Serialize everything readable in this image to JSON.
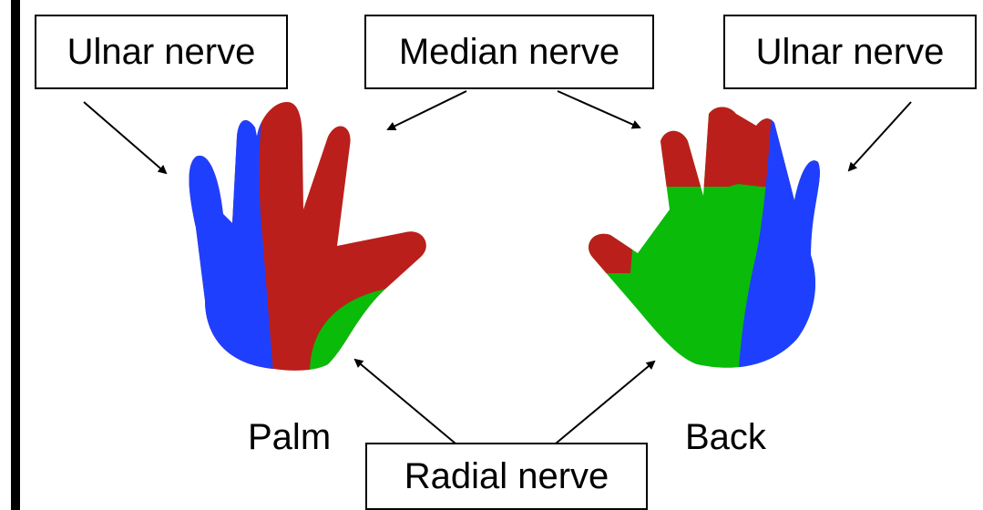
{
  "labels": {
    "ulnar_left": "Ulnar nerve",
    "median": "Median nerve",
    "ulnar_right": "Ulnar nerve",
    "radial": "Radial nerve",
    "palm": "Palm",
    "back": "Back"
  },
  "colors": {
    "ulnar": "#1f3fff",
    "median": "#bb1f1b",
    "radial": "#0abb0a",
    "border": "#000000"
  }
}
